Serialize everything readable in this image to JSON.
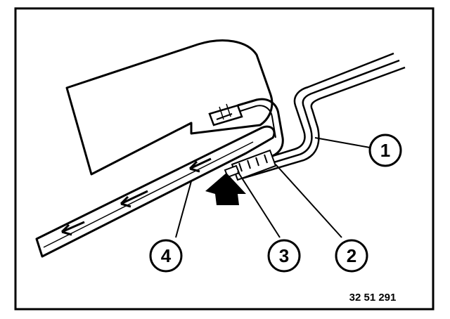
{
  "figure": {
    "callouts": [
      {
        "id": "1",
        "label": "1"
      },
      {
        "id": "2",
        "label": "2"
      },
      {
        "id": "3",
        "label": "3"
      },
      {
        "id": "4",
        "label": "4"
      }
    ],
    "reference_number": "32 51 291"
  }
}
